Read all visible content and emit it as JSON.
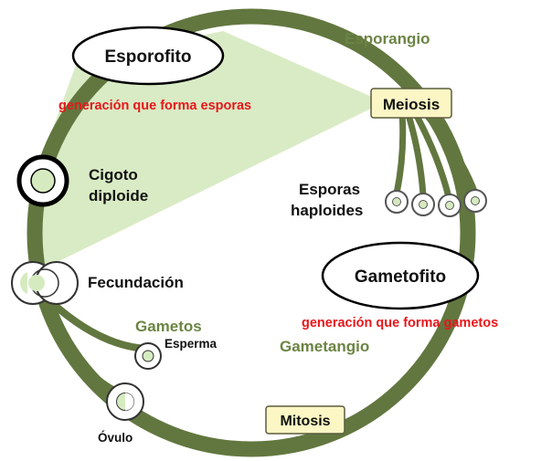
{
  "labels": {
    "esporofito": "Esporofito",
    "generacion_esporas": "generación que forma esporas",
    "esporangio": "Esporangio",
    "meiosis": "Meiosis",
    "cigoto_line1": "Cigoto",
    "cigoto_line2": "diploide",
    "esporas_line1": "Esporas",
    "esporas_line2": "haploides",
    "fecundacion": "Fecundación",
    "gametofito": "Gametofito",
    "gametos": "Gametos",
    "generacion_gametos": "generación que forma gametos",
    "esperma": "Esperma",
    "gametangio": "Gametangio",
    "mitosis": "Mitosis",
    "ovulo": "Óvulo"
  },
  "colors": {
    "cycle_green": "#62773f",
    "shaded_area": "#d9ebc4",
    "cell_fill": "#d6eac0",
    "label_green": "#6b8443",
    "label_red": "#e8161b",
    "box_fill": "#fbf6c4",
    "box_border": "#5b5b3d"
  }
}
